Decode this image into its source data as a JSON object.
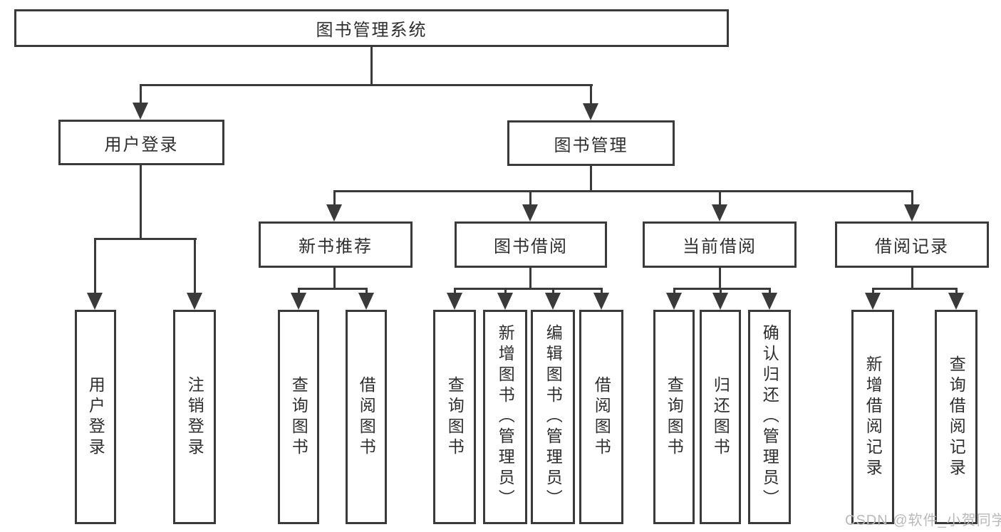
{
  "diagram_title": "图书管理系统",
  "tree": {
    "root": {
      "label": "图书管理系统"
    },
    "branches": [
      {
        "label": "用户登录",
        "children": [
          {
            "label": "用户登录"
          },
          {
            "label": "注销登录"
          }
        ]
      },
      {
        "label": "图书管理",
        "groups": [
          {
            "label": "新书推荐",
            "children": [
              {
                "label": "查询图书"
              },
              {
                "label": "借阅图书"
              }
            ]
          },
          {
            "label": "图书借阅",
            "children": [
              {
                "label": "查询图书"
              },
              {
                "label": "新增图书（管理员）"
              },
              {
                "label": "编辑图书（管理员）"
              },
              {
                "label": "借阅图书"
              }
            ]
          },
          {
            "label": "当前借阅",
            "children": [
              {
                "label": "查询图书"
              },
              {
                "label": "归还图书"
              },
              {
                "label": "确认归还（管理员）"
              }
            ]
          },
          {
            "label": "借阅记录",
            "children": [
              {
                "label": "新增借阅记录"
              },
              {
                "label": "查询借阅记录"
              }
            ]
          }
        ]
      }
    ]
  },
  "watermark": {
    "text": "CSDN @软件_小贺同学"
  },
  "colors": {
    "line": "#3a3a3a",
    "text": "#2e2e2e",
    "watermark": "#b9b9b9",
    "background": "#ffffff"
  }
}
